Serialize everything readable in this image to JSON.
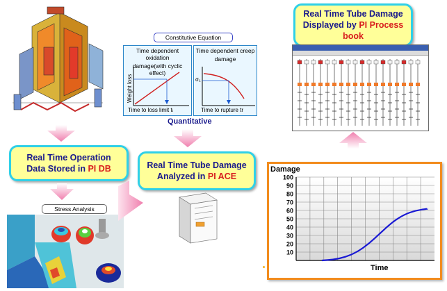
{
  "callouts": {
    "operation": {
      "line1": "Real Time Operation",
      "line2_prefix": "Data Stored in ",
      "line2_highlight": "PI DB"
    },
    "analyzed": {
      "line1": "Real Time Tube Damage",
      "line2_prefix": "Analyzed in ",
      "line2_highlight": "PI ACE"
    },
    "displayed": {
      "line1": "Real Time Tube Damage",
      "line2_prefix": "Displayed by ",
      "line2_highlight": "PI Process",
      "line3_highlight": "book"
    }
  },
  "constitutive": {
    "title": "Constitutive Equation",
    "footer": "Quantitative",
    "left": {
      "title_line1": "Time dependent oxidation",
      "title_line2": "damage(with cyclic effect)",
      "ylabel": "Weight loss",
      "xlabel": "Time to loss limit tₗ"
    },
    "right": {
      "title_line1": "Time dependent creep",
      "title_line2": "damage",
      "ylabel": "σ₁",
      "xlabel": "Time to rupture tr"
    }
  },
  "stress": {
    "title": "Stress Analysis"
  },
  "chart_data": {
    "type": "line",
    "ylabel": "Damage",
    "xlabel": "Time",
    "yticks": [
      10,
      20,
      30,
      40,
      50,
      60,
      70,
      80,
      90,
      100
    ],
    "ylim": [
      0,
      100
    ],
    "grid": true,
    "series": [
      {
        "color": "#1a1ad4",
        "x": [
          0.1,
          0.2,
          0.3,
          0.4,
          0.5,
          0.6,
          0.7,
          0.8,
          0.9,
          1.0
        ],
        "y": [
          0,
          1,
          4,
          10,
          20,
          33,
          46,
          55,
          60,
          62
        ]
      }
    ]
  },
  "colors": {
    "accent_border": "#2fd0e8",
    "callout_fill": "#ffff99",
    "text_blue": "#1a1a8c",
    "highlight_red": "#d81e1e",
    "arrow_pink": "#f28fb3"
  }
}
